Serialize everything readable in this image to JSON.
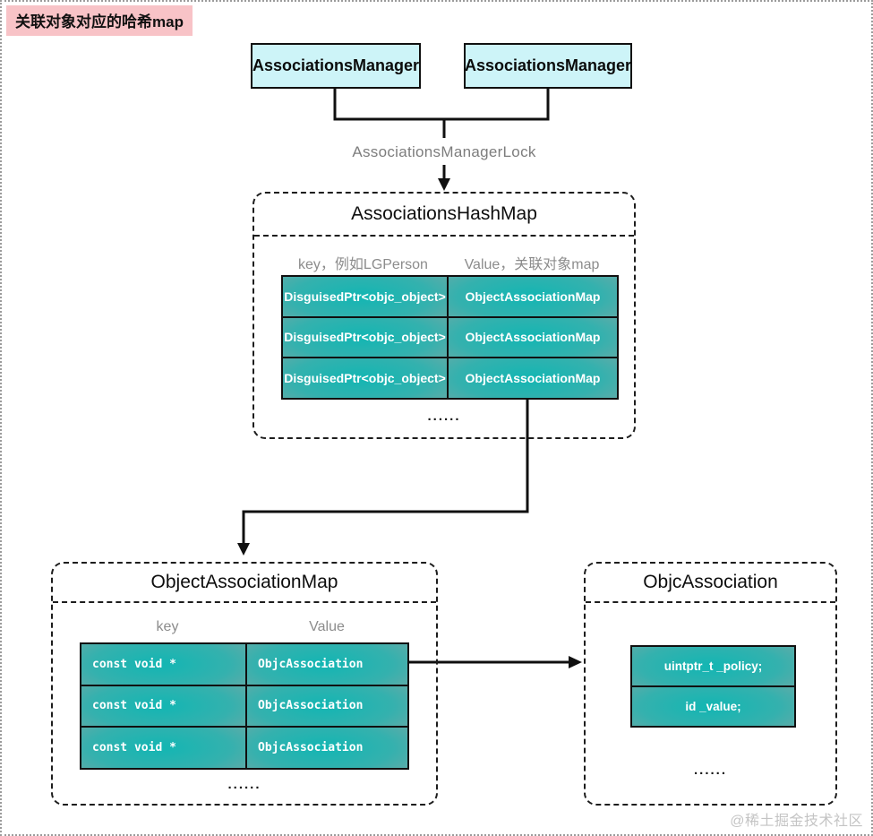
{
  "page": {
    "title_label": "关联对象对应的哈希map",
    "watermark": "@稀土掘金技术社区"
  },
  "top": {
    "manager_left": "AssociationsManager",
    "manager_right": "AssociationsManager",
    "lock_label": "AssociationsManagerLock"
  },
  "hashmap": {
    "title": "AssociationsHashMap",
    "col_key": "key，例如LGPerson",
    "col_value": "Value，关联对象map",
    "rows": [
      {
        "key": "DisguisedPtr<objc_object>",
        "value": "ObjectAssociationMap"
      },
      {
        "key": "DisguisedPtr<objc_object>",
        "value": "ObjectAssociationMap"
      },
      {
        "key": "DisguisedPtr<objc_object>",
        "value": "ObjectAssociationMap"
      }
    ],
    "ellipsis": "......"
  },
  "object_association_map": {
    "title": "ObjectAssociationMap",
    "col_key": "key",
    "col_value": "Value",
    "rows": [
      {
        "key": "const void *",
        "value": "ObjcAssociation"
      },
      {
        "key": "const void *",
        "value": "ObjcAssociation"
      },
      {
        "key": "const void *",
        "value": "ObjcAssociation"
      }
    ],
    "ellipsis": "......"
  },
  "objc_association": {
    "title": "ObjcAssociation",
    "fields": [
      "uintptr_t _policy;",
      "id _value;"
    ],
    "ellipsis": "......"
  },
  "colors": {
    "label_pink": "#f8c3c7",
    "manager_cyan": "#cdf4f8",
    "cell_teal": "#12b6b3",
    "cell_gray_edge": "#93a4a1",
    "muted_text": "#8c8c8c",
    "watermark_gray": "#c4c4c4"
  }
}
